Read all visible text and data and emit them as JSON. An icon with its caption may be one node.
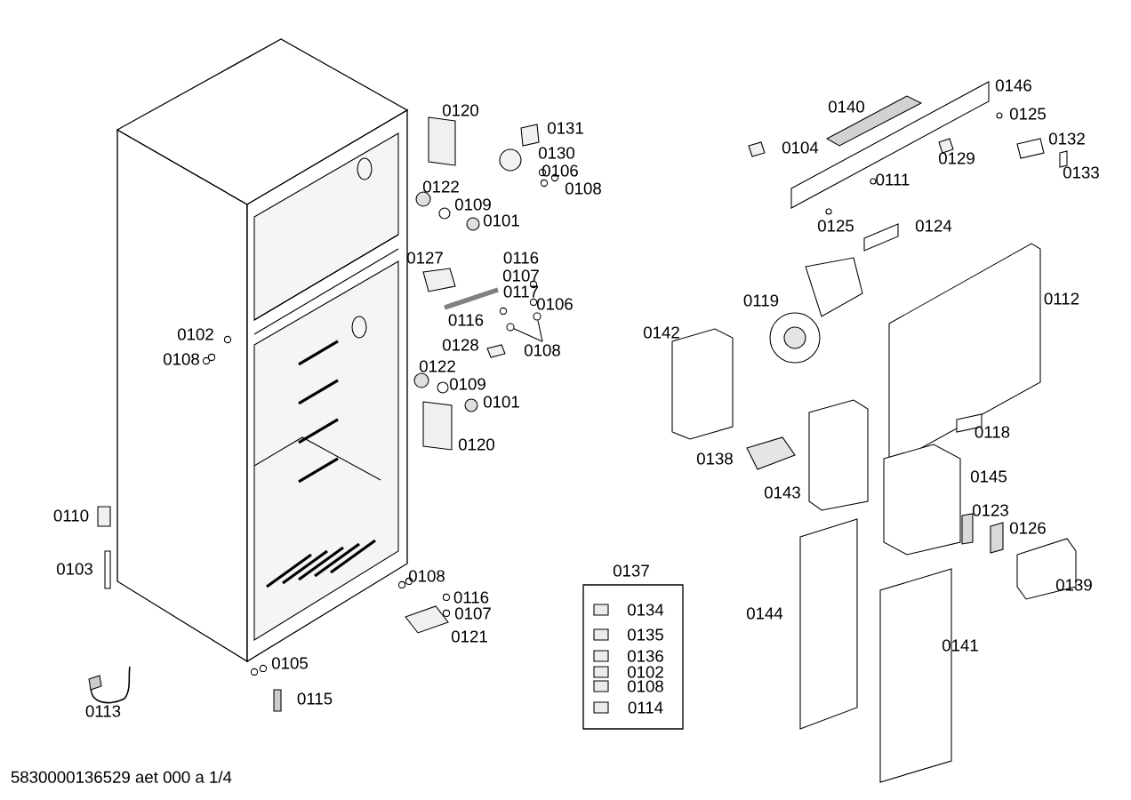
{
  "diagram": {
    "nodes": [
      {
        "text": [
          "0137",
          "0134",
          "0135",
          "0136",
          "0102",
          "0108",
          "0114"
        ]
      },
      {
        "text": [
          "0108"
        ]
      },
      {
        "text": [],
        "shape": "circle"
      },
      {
        "text": [],
        "shape": "circle"
      }
    ],
    "edges": [
      {
        "from": 1,
        "to": 2,
        "arrow": "none"
      },
      {
        "from": 1,
        "to": 3,
        "arrow": "none"
      }
    ],
    "labels": [
      "0146",
      "0120",
      "0140",
      "0125",
      "0131",
      "0132",
      "0104",
      "0130",
      "0129",
      "0106",
      "0133",
      "0111",
      "0122",
      "0108",
      "0109",
      "0101",
      "0125",
      "0124",
      "0127",
      "0116",
      "0107",
      "0117",
      "0119",
      "0112",
      "0106",
      "0116",
      "0102",
      "0142",
      "0128",
      "0108",
      "0122",
      "0109",
      "0101",
      "0118",
      "0120",
      "0138",
      "0145",
      "0143",
      "0123",
      "0110",
      "0126",
      "0103",
      "0108",
      "0139",
      "0116",
      "0107",
      "0144",
      "0121",
      "0141",
      "0105",
      "0115",
      "0113",
      "5830000136529 aet 000 a 1/4"
    ]
  }
}
